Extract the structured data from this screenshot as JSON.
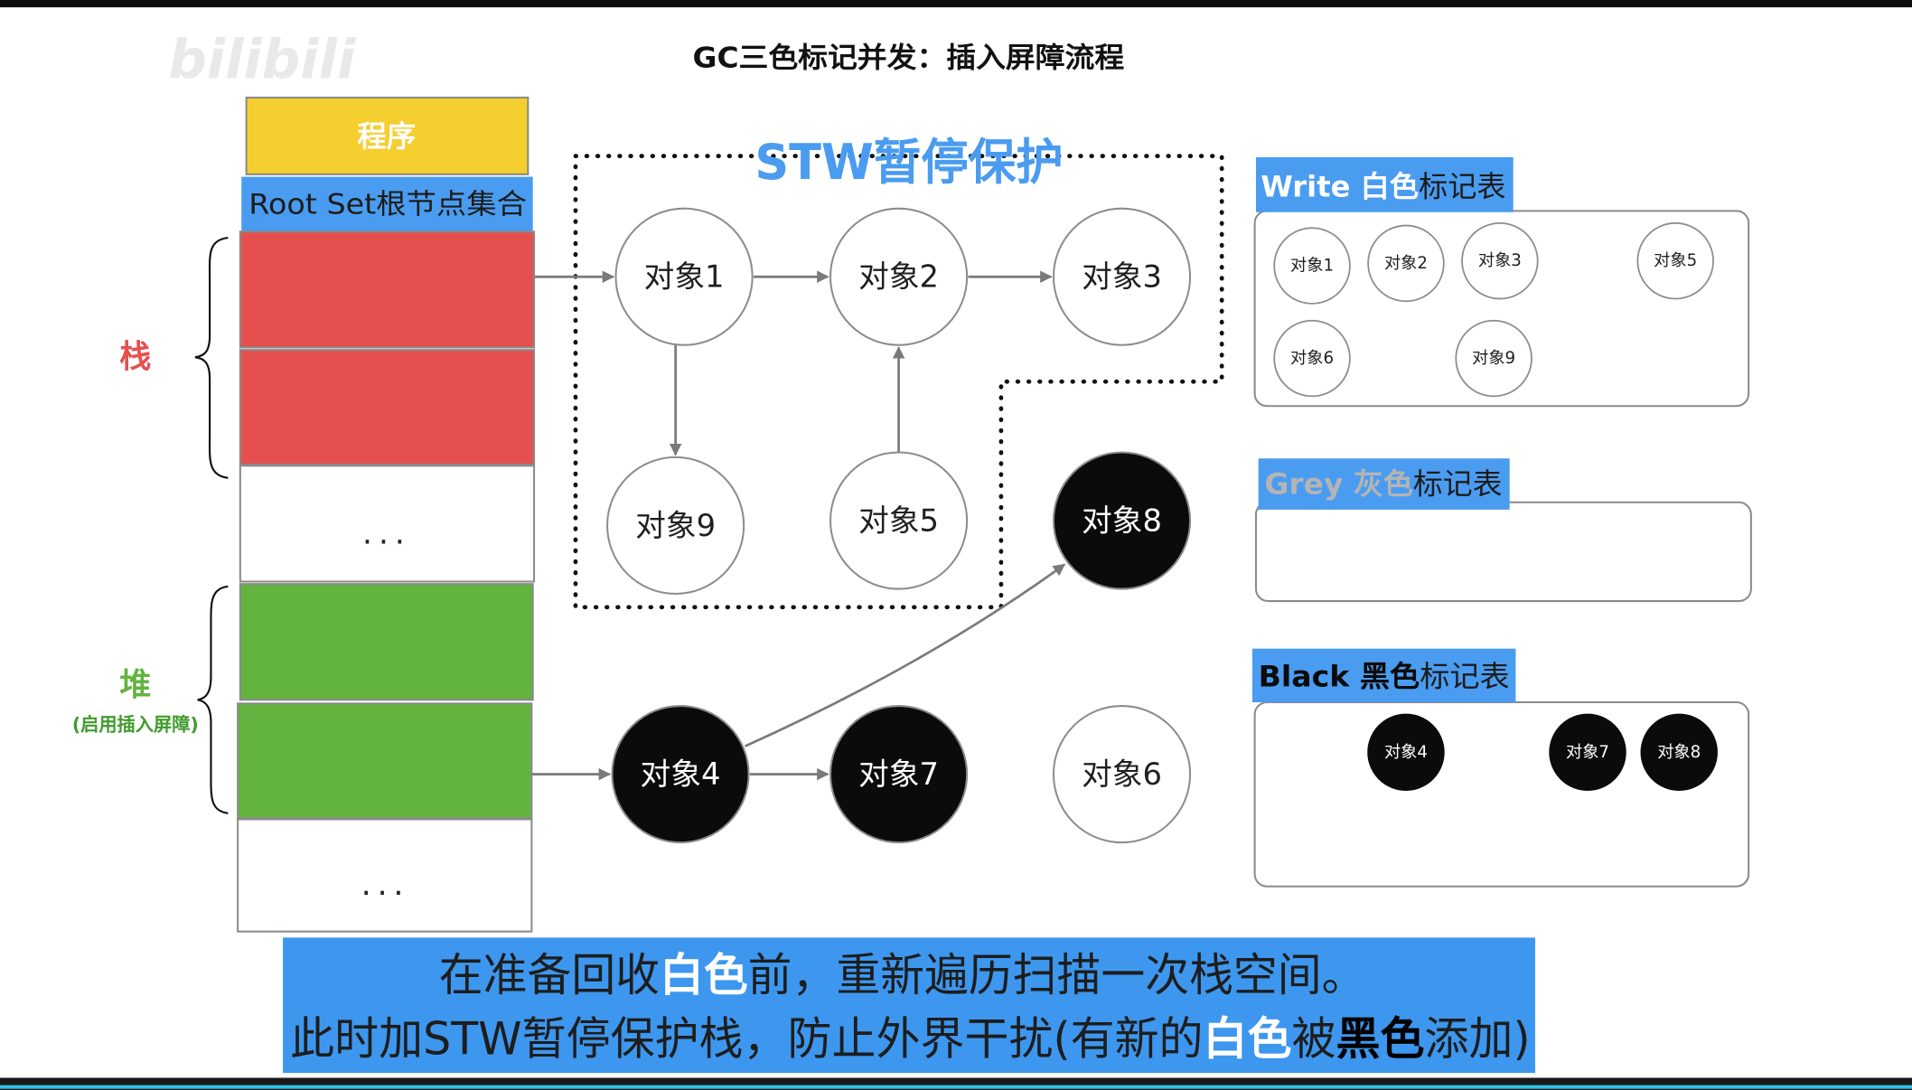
{
  "watermark": "bilibili",
  "title": "GC三色标记并发：插入屏障流程",
  "program": {
    "label": "程序"
  },
  "root_set": {
    "label": "Root Set根节点集合"
  },
  "stack": {
    "label": "栈",
    "ellipsis": "..."
  },
  "heap": {
    "label": "堆",
    "note": "(启用插入屏障)",
    "ellipsis": "..."
  },
  "stw_region": {
    "label": "STW暂停保护"
  },
  "objects": [
    {
      "label": "对象1",
      "color": "white"
    },
    {
      "label": "对象2",
      "color": "white"
    },
    {
      "label": "对象3",
      "color": "white"
    },
    {
      "label": "对象9",
      "color": "white"
    },
    {
      "label": "对象5",
      "color": "white"
    },
    {
      "label": "对象8",
      "color": "black"
    },
    {
      "label": "对象4",
      "color": "black"
    },
    {
      "label": "对象7",
      "color": "black"
    },
    {
      "label": "对象6",
      "color": "white"
    }
  ],
  "mark_tables": {
    "white": {
      "label_colored": "Write 白色",
      "label_rest": "标记表",
      "items": [
        "对象1",
        "对象2",
        "对象3",
        "对象5",
        "对象6",
        "对象9"
      ]
    },
    "grey": {
      "label_colored": "Grey 灰色",
      "label_rest": "标记表",
      "items": []
    },
    "black": {
      "label_colored": "Black 黑色",
      "label_rest": "标记表",
      "items": [
        "对象4",
        "对象7",
        "对象8"
      ]
    }
  },
  "caption": {
    "line1": {
      "before": "在准备回收",
      "white_word": "白色",
      "after": "前，重新遍历扫描一次栈空间。"
    },
    "line2": {
      "before": "此时加STW暂停保护栈，防止外界干扰(有新的",
      "white_word": "白色",
      "middle": "被",
      "black_word": "黑色",
      "after": "添加)"
    }
  },
  "colors": {
    "program": "#F5CE2F",
    "accent_blue": "#4A9CF0",
    "stack": "#E5504F",
    "heap": "#62B43F",
    "heap_note": "#3F9B2D",
    "caption_bg": "#3D97EE",
    "grey_label": "#B4B4B4"
  }
}
